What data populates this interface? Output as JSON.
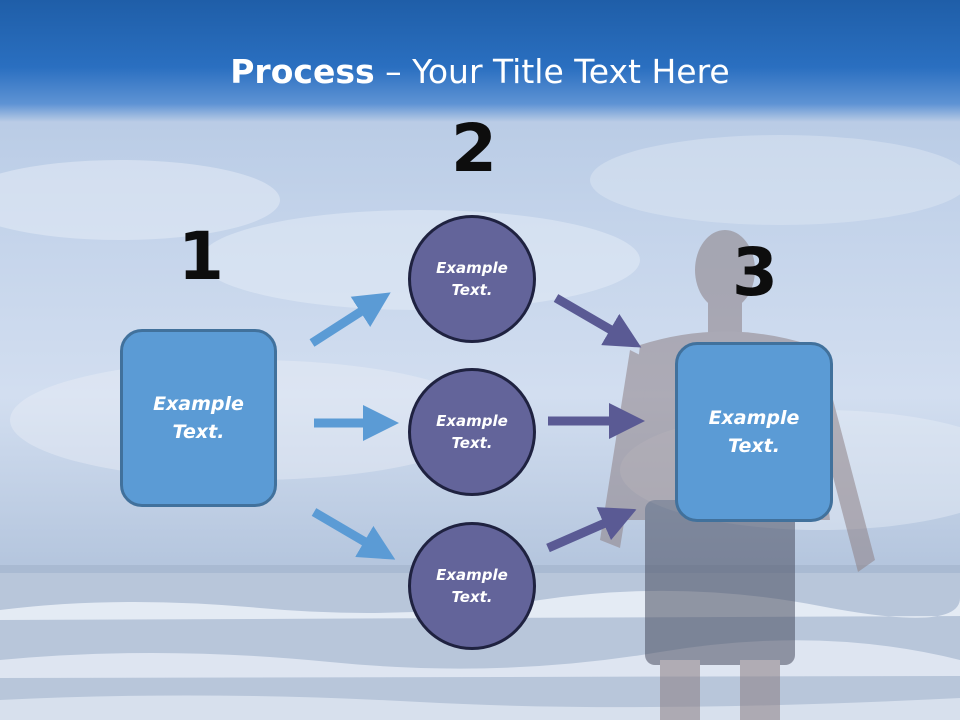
{
  "title": {
    "bold": "Process",
    "rest": " – Your Title Text Here"
  },
  "steps": [
    {
      "number": "1",
      "text": "Example Text."
    },
    {
      "number": "2",
      "circles": [
        {
          "text": "Example Text."
        },
        {
          "text": "Example Text."
        },
        {
          "text": "Example Text."
        }
      ]
    },
    {
      "number": "3",
      "text": "Example Text."
    }
  ],
  "colors": {
    "header": "#2a6fc0",
    "box": "#5b9bd5",
    "circle": "#63649a",
    "arrow_light": "#5b9bd5",
    "arrow_dark": "#5a5a94"
  }
}
